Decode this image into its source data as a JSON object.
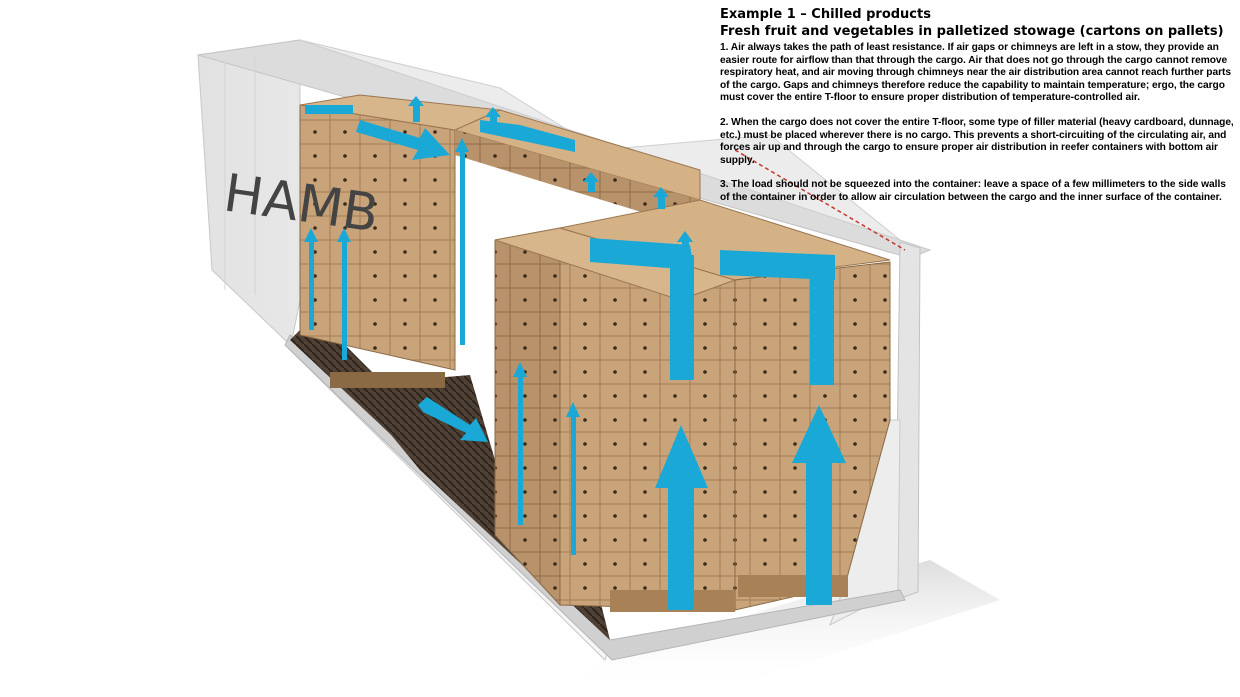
{
  "heading": "Example 1 – Chilled products",
  "subheading": "Fresh fruit and vegetables in palletized stowage (cartons on pallets)",
  "paragraphs": [
    "1. Air always takes the path of least resistance. If air gaps or chimneys are left in a stow, they provide an easier route for airflow than that through the cargo. Air that does not go through the cargo cannot remove respiratory heat, and air moving through chimneys near the air distribution area cannot reach further parts of the cargo. Gaps and chimneys therefore reduce the capability to maintain temperature; ergo, the cargo must cover the entire T-floor to ensure proper distribution of temperature-controlled air.",
    "2. When the cargo does not cover the entire T-floor, some type of filler material (heavy cardboard, dunnage, etc.) must be placed wherever there is no cargo. This prevents a short-circuiting of the circulating air, and forces air up and through the cargo to ensure proper air distribution in reefer containers with bottom air supply.",
    "3. The load should not be squeezed into the container: leave a space of a few millimeters to the side walls of the container in order to allow air circulation between the cargo and the inner surface of the container."
  ],
  "container_brand_text": "HAMB",
  "colors": {
    "airflow_arrow": "#1aa9d6",
    "carton": "#c9a47a",
    "carton_shadow": "#a9825a",
    "pallet": "#8a6a45",
    "container_wall": "#eeeeee",
    "floor": "#5a4a3a"
  }
}
